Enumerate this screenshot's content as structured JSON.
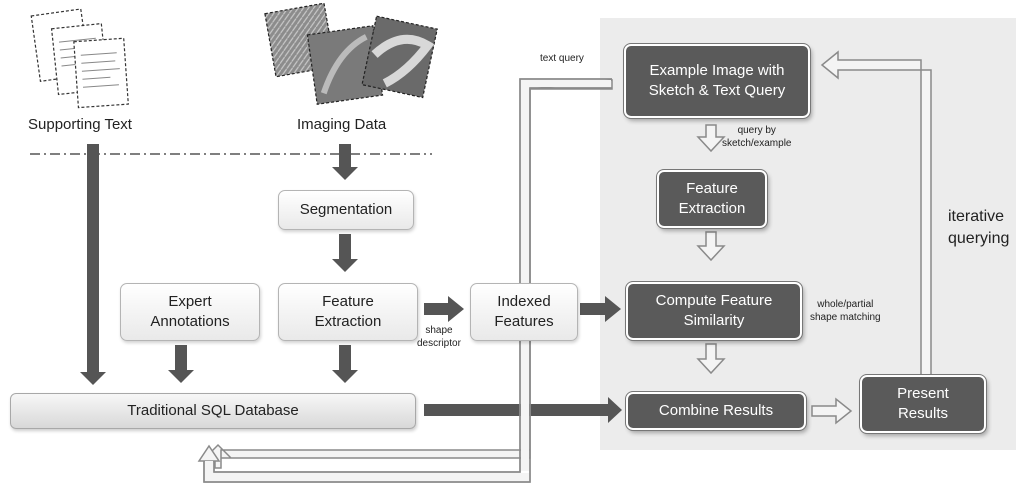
{
  "sources": {
    "text_label": "Supporting Text",
    "imaging_label": "Imaging Data"
  },
  "boxes": {
    "segmentation": "Segmentation",
    "expert_annotations": "Expert\nAnnotations",
    "feature_extraction_left": "Feature\nExtraction",
    "indexed_features": "Indexed\nFeatures",
    "sql_database": "Traditional SQL Database",
    "example_image": "Example Image with\nSketch & Text Query",
    "feature_extraction_right": "Feature\nExtraction",
    "compute_similarity": "Compute Feature\nSimilarity",
    "combine_results": "Combine Results",
    "present_results": "Present\nResults"
  },
  "annotations": {
    "text_query": "text query",
    "query_by_sketch": "query by\nsketch/example",
    "shape_descriptor": "shape\ndescriptor",
    "whole_partial": "whole/partial\nshape matching",
    "iterative": "iterative\nquerying"
  },
  "colors": {
    "dark_box": "#5a5a5a",
    "panel": "#ececec",
    "arrow": "#555555"
  }
}
